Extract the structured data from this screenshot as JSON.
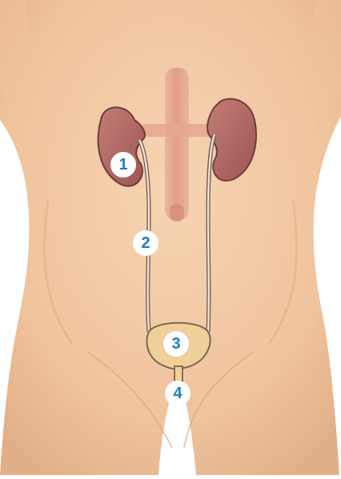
{
  "diagram": {
    "markers": [
      {
        "id": "marker-1",
        "label": "1"
      },
      {
        "id": "marker-2",
        "label": "2"
      },
      {
        "id": "marker-3",
        "label": "3"
      },
      {
        "id": "marker-4",
        "label": "4"
      }
    ],
    "colors": {
      "skin": "#f2c8a2",
      "skin_shadow": "#e3b48c",
      "kidney": "#b86b66",
      "kidney_dark": "#8f4c49",
      "vessel": "#e4a08a",
      "marker_text": "#1f7cc0",
      "ureter": "#6e5a4e"
    }
  }
}
